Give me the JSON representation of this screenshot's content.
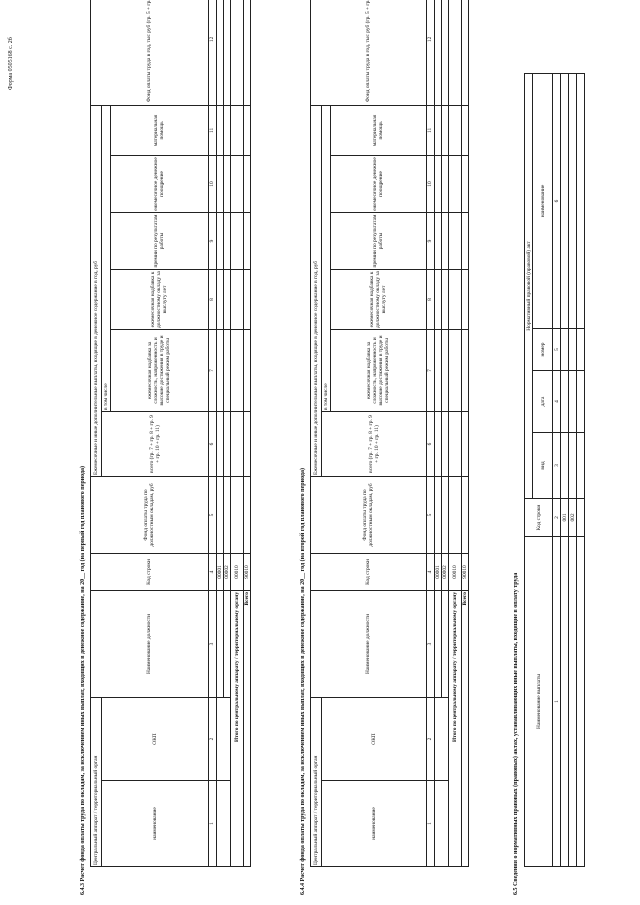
{
  "page": {
    "form_label": "Форма 0505168 с. 2б"
  },
  "section_643": {
    "title": "6.4.3 Расчет фонда оплаты труда по окладам, за исключением иных выплат, входящих в денежное содержание, на 20__ год (на первый год планового периода)",
    "col1_group": "Центральный аппарат / территориальный орган",
    "col1_sub": "наименование",
    "col2": "ОКП",
    "col3": "Наименование должности",
    "col4": "Код строки",
    "col5": "Фонд оплаты труда по должностным окладам, руб",
    "group_other": "Ежемесячные и иные дополнительные выплаты, входящие в денежное содержание в год, руб",
    "col6": "всего (гр. 7 + гр. 8 + гр. 9 + гр. 10 + гр. 11)",
    "in_that": "в том числе",
    "col7": "ежемесячная надбавка за сложность, напряженность и высокие достижения в труде и специальный режим работы",
    "col8": "ежемесячная надбавка к должностному окладу за выслугу лет",
    "col9": "премии по результатам работы",
    "col10": "ежемесячное денежное поощрение",
    "col11": "материальная помощь",
    "col12": "Фонд оплаты труда в год, тыс руб (гр. 5 + гр. 6) / 1000)",
    "nums": [
      "1",
      "2",
      "3",
      "4",
      "5",
      "6",
      "7",
      "8",
      "9",
      "10",
      "11",
      "12"
    ],
    "row_codes": [
      "00001",
      "00002"
    ],
    "total_label": "Итого по центральному аппарату / территориальному органу",
    "total_code": "00010",
    "grand_label": "Всего",
    "grand_code": "90010"
  },
  "section_644": {
    "title": "6.4.4 Расчет фонда оплаты труда по окладам, за исключением иных выплат, входящих в денежное содержание, на 20__ год (на второй год планового периода)",
    "col1_group": "Центральный аппарат / территориальный орган",
    "col1_sub": "наименование",
    "col2": "ОКП",
    "col3": "Наименование должности",
    "col4": "Код строки",
    "col5": "Фонд оплаты труда по должностным окладам, руб",
    "group_other": "Ежемесячные и иные дополнительные выплаты, входящие в денежное содержание в год, руб",
    "col6": "всего (гр. 7 + гр. 8 + гр. 9 + гр. 10 + гр. 11)",
    "in_that": "в том числе",
    "col7": "ежемесячная надбавка за сложность, напряженность и высокие достижения в труде и специальный режим работы",
    "col8": "ежемесячная надбавка к должностному окладу за выслугу лет",
    "col9": "премии по результатам работы",
    "col10": "ежемесячное денежное поощрение",
    "col11": "материальная помощь",
    "col12": "Фонд оплаты труда в год, тыс руб (гр. 5 + гр. 6) / 1000)",
    "nums": [
      "1",
      "2",
      "3",
      "4",
      "5",
      "6",
      "7",
      "8",
      "9",
      "10",
      "11",
      "12"
    ],
    "row_codes": [
      "00001",
      "00002"
    ],
    "total_label": "Итого по центральному аппарату / территориальному органу",
    "total_code": "00010",
    "grand_label": "Всего",
    "grand_code": "90010"
  },
  "section_65": {
    "title": "6.5 Сведения о нормативных правовых (правовых) актах, устанавливающих иные выплаты, входящие в оплату труда",
    "col1": "Наименование выплаты",
    "col2": "Код строки",
    "act_group": "Нормативный правовой (правовой) акт",
    "col3": "вид",
    "col4": "дата",
    "col5": "номер",
    "col6": "наименование",
    "nums": [
      "1",
      "2",
      "3",
      "4",
      "5",
      "6"
    ],
    "row_codes": [
      "001",
      "002"
    ]
  }
}
